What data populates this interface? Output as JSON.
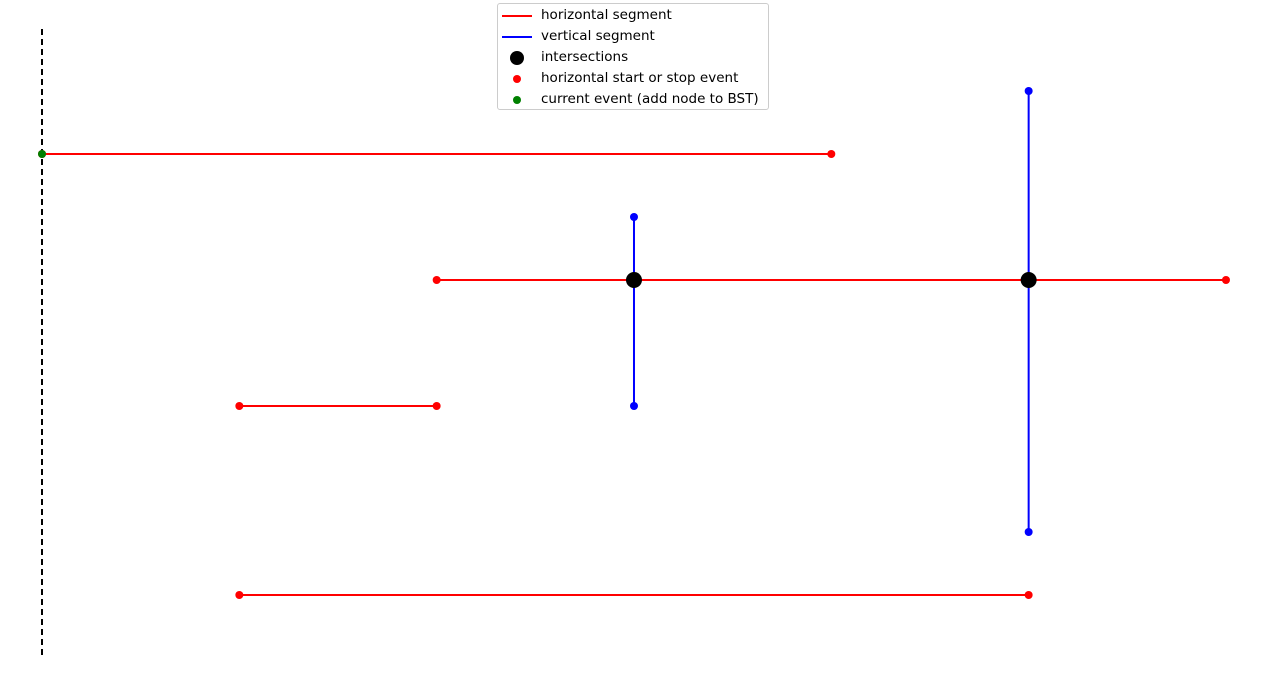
{
  "chart_data": {
    "type": "line",
    "title": "",
    "xlabel": "",
    "ylabel": "",
    "axes_visible": false,
    "xlim": [
      0,
      6
    ],
    "ylim": [
      0,
      5
    ],
    "sweep_line": {
      "x": 0,
      "style": "dashed",
      "color": "#000000"
    },
    "horizontal_segments": [
      {
        "x1": 0,
        "x2": 4,
        "y": 4
      },
      {
        "x1": 2,
        "x2": 6,
        "y": 3
      },
      {
        "x1": 1,
        "x2": 2,
        "y": 2
      },
      {
        "x1": 1,
        "x2": 5,
        "y": 0.5
      }
    ],
    "vertical_segments": [
      {
        "x": 3,
        "y1": 2,
        "y2": 3.5
      },
      {
        "x": 5,
        "y1": 1,
        "y2": 4.5
      }
    ],
    "intersections": [
      {
        "x": 3,
        "y": 3
      },
      {
        "x": 5,
        "y": 3
      }
    ],
    "current_event": {
      "x": 0,
      "y": 4
    },
    "legend": {
      "placement": "top-center",
      "entries": [
        {
          "label": "horizontal segment",
          "marker": "line",
          "color": "#ff0000"
        },
        {
          "label": "vertical segment",
          "marker": "line",
          "color": "#0000ff"
        },
        {
          "label": "intersections",
          "marker": "big-dot",
          "color": "#000000"
        },
        {
          "label": "horizontal start or stop event",
          "marker": "dot",
          "color": "#ff0000"
        },
        {
          "label": "current event (add node to BST)",
          "marker": "dot",
          "color": "#008000"
        }
      ]
    },
    "colors": {
      "horizontal": "#ff0000",
      "vertical": "#0000ff",
      "intersection": "#000000",
      "current": "#008000"
    }
  }
}
